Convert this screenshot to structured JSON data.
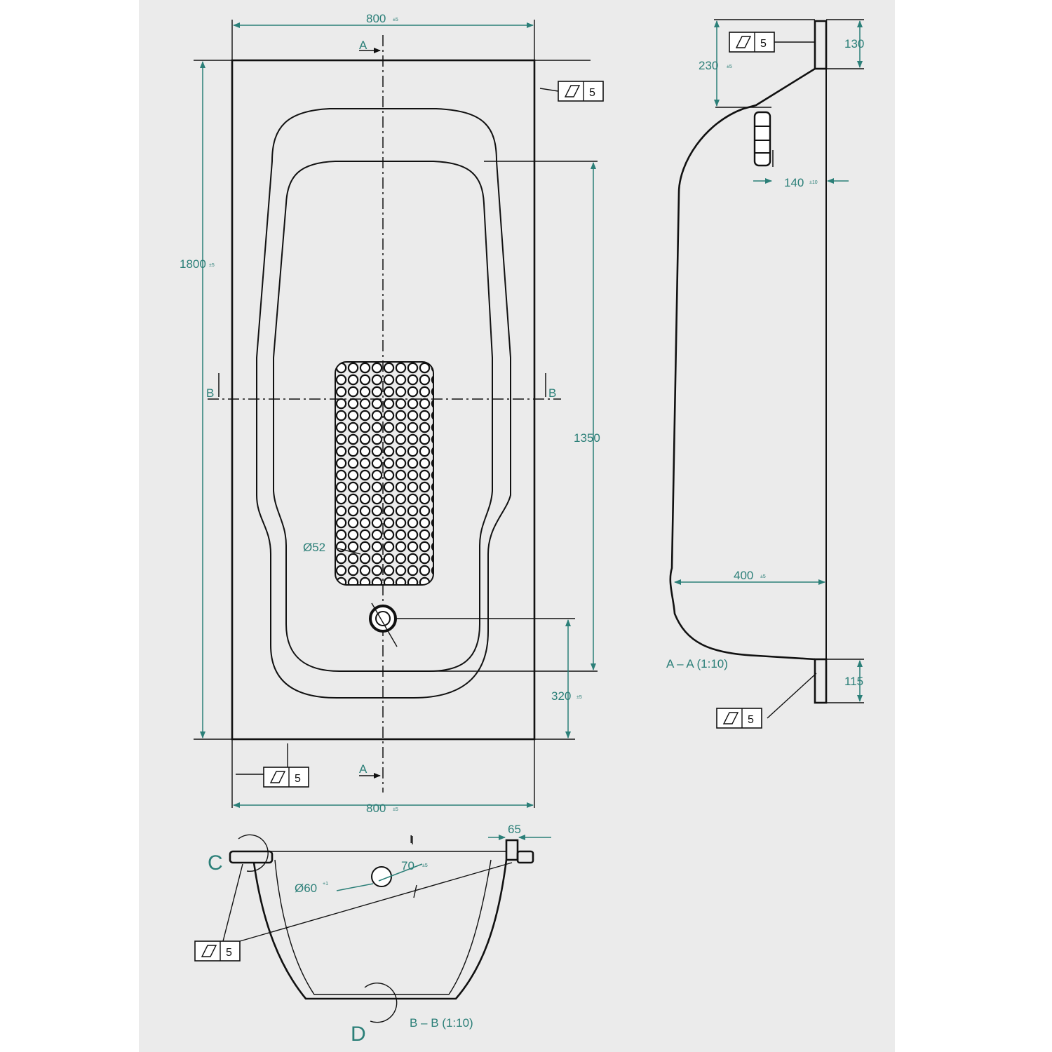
{
  "dimensions": {
    "width_top": "800",
    "width_top_tol": "±5",
    "width_bottom": "800",
    "width_bottom_tol": "±5",
    "length": "1800",
    "length_tol": "±5",
    "inner_length": "1350",
    "drain_offset": "320",
    "drain_offset_tol": "±5",
    "mat_diameter": "Ø52",
    "drain_hole": "Ø60",
    "drain_hole_tol": "+1",
    "side_rim_height": "130",
    "side_depth": "230",
    "side_depth_tol": "±5",
    "overflow_offset": "140",
    "overflow_offset_tol": "±10",
    "side_width": "400",
    "side_width_tol": "±5",
    "foot_height": "115",
    "rim_width": "65",
    "overflow_dim": "70",
    "overflow_dim_tol": "±5"
  },
  "section_marks": {
    "a_top": "A",
    "a_bottom": "A",
    "b_left": "B",
    "b_right": "B",
    "rim_mark": "I"
  },
  "view_labels": {
    "section_aa": "A – A (1:10)",
    "section_bb": "B – B (1:10)",
    "detail_c": "C",
    "detail_d": "D"
  },
  "tolerance_value": "5"
}
